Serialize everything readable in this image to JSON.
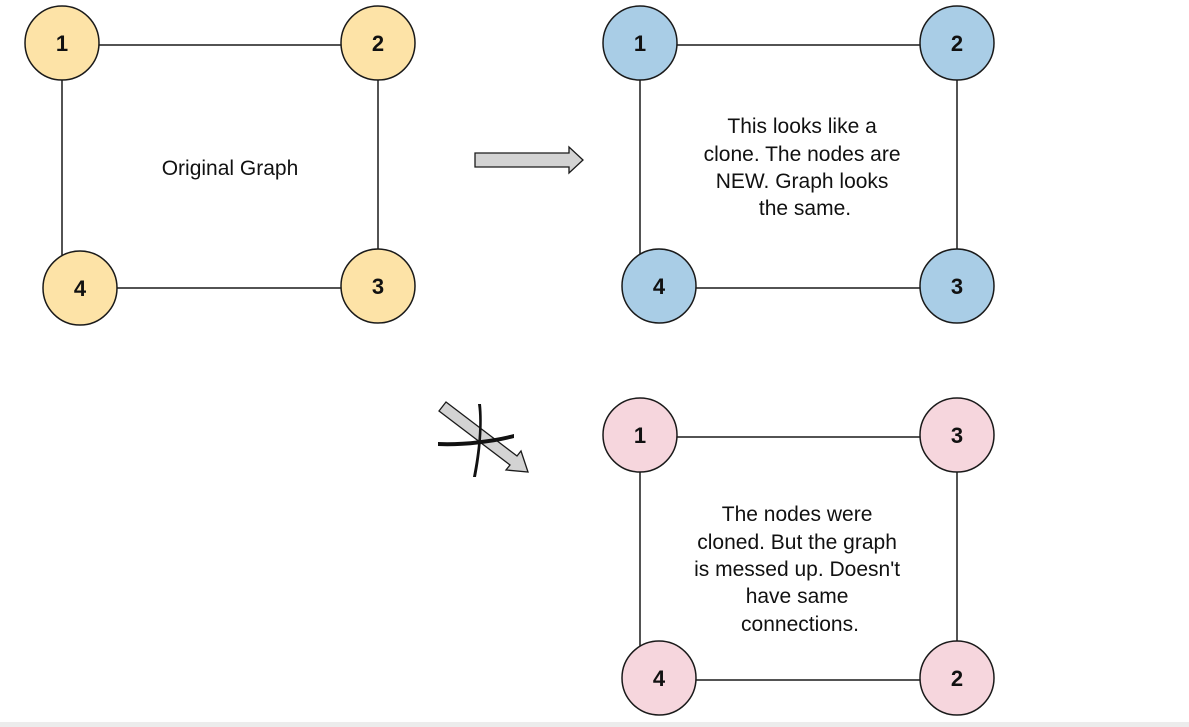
{
  "colors": {
    "original_fill": "#fde3a7",
    "clone_fill": "#a9cde6",
    "bad_clone_fill": "#f6d6dd",
    "arrow_fill": "#d3d3d3",
    "stroke": "#1a1a1a"
  },
  "graphs": {
    "original": {
      "caption": [
        "Original Graph"
      ],
      "nodes": [
        "1",
        "2",
        "3",
        "4"
      ]
    },
    "clone": {
      "caption": [
        "This looks like a",
        "clone. The nodes are",
        "NEW. Graph looks",
        "the same."
      ],
      "nodes": [
        "1",
        "2",
        "3",
        "4"
      ]
    },
    "bad_clone": {
      "caption": [
        "The nodes were",
        "cloned. But the graph",
        "is messed up. Doesn't",
        "have same",
        "connections."
      ],
      "nodes": [
        "1",
        "3",
        "2",
        "4"
      ]
    }
  },
  "icons": {
    "good_arrow": "right-arrow-icon",
    "bad_arrow": "crossed-diagonal-arrow-icon"
  }
}
